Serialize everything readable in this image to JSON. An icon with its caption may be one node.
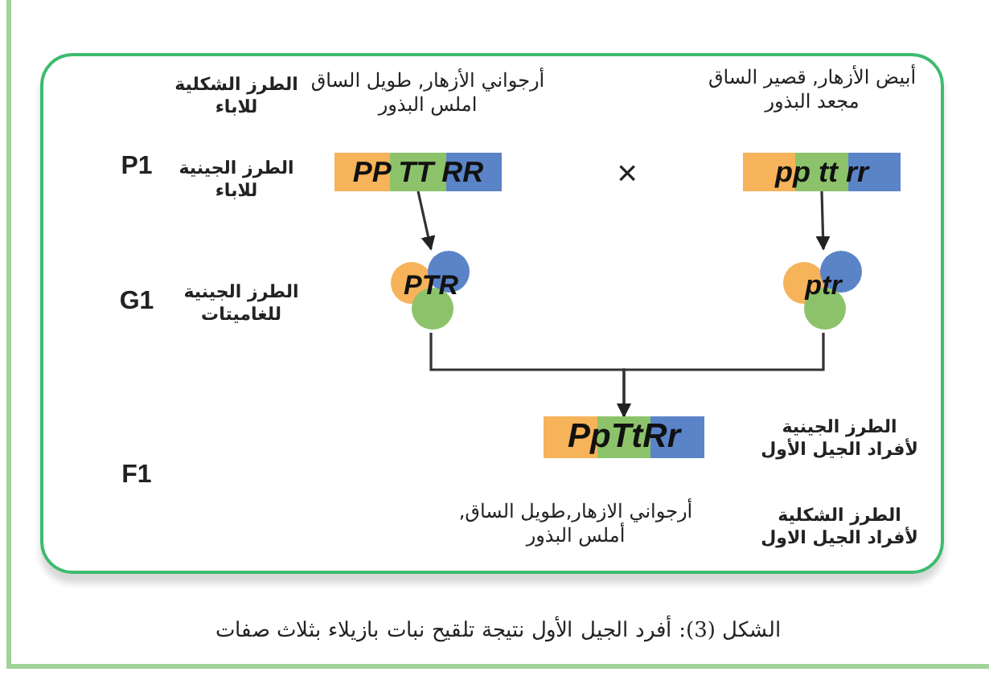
{
  "diagram": {
    "caption": "الشكل (3): أفرد الجيل الأول نتيجة تلقيح نبات بازيلاء بثلاث صفات",
    "nodes": [
      {
        "text": [
          "PP TT RR"
        ]
      },
      {
        "text": [
          "pp tt rr"
        ]
      },
      {
        "text": [
          "PTR"
        ]
      },
      {
        "text": [
          "ptr"
        ]
      },
      {
        "text": [
          "PpTtRr"
        ]
      }
    ],
    "edges": [
      {
        "from": 0,
        "to": 2,
        "arrow": "to"
      },
      {
        "from": 1,
        "to": 3,
        "arrow": "to"
      },
      {
        "from": 2,
        "to": 4,
        "arrow": "to"
      },
      {
        "from": 3,
        "to": 4,
        "arrow": "to"
      }
    ],
    "labels": [
      "الطرز الشكلية للاباء",
      "أرجواني الأزهار, طويل الساق املس البذور",
      "أبيض الأزهار, قصير الساق مجعد البذور",
      "P1",
      "الطرز الجينية للاباء",
      "×",
      "G1",
      "الطرز الجينية للغاميتات",
      "F1",
      "الطرز الجينية لأفراد الجيل الأول",
      "أرجواني الازهار,طويل الساق, أملس البذور",
      "الطرز الشكلية لأفراد الجيل الاول"
    ]
  }
}
